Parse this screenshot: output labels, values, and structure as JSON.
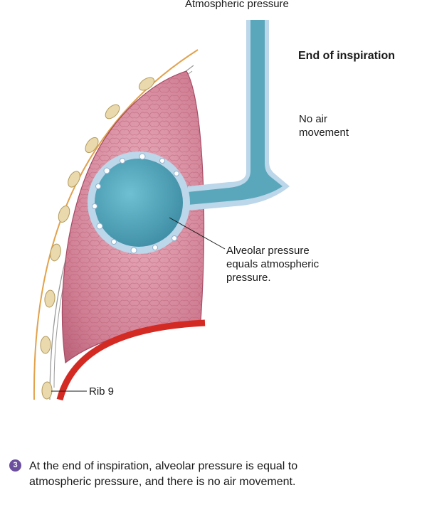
{
  "labels": {
    "atmospheric": "Atmospheric pressure",
    "phase": "End of inspiration",
    "air_movement_1": "No air",
    "air_movement_2": "movement",
    "alveolar_1": "Alveolar pressure",
    "alveolar_2": "equals atmospheric",
    "alveolar_3": "pressure.",
    "rib": "Rib 9"
  },
  "caption": {
    "step": "3",
    "text": "At the end of inspiration, alveolar pressure is equal to atmospheric pressure, and there is no air movement."
  },
  "colors": {
    "lung": "#c76b82",
    "lung_light": "#e3a4b3",
    "airway": "#5aa7bb",
    "airway_wall": "#bcd6ea",
    "diaphragm": "#d42a24",
    "chest_wall": "#e2a24c",
    "rib": "#e9d9ad",
    "step_badge": "#6b4f9e"
  }
}
